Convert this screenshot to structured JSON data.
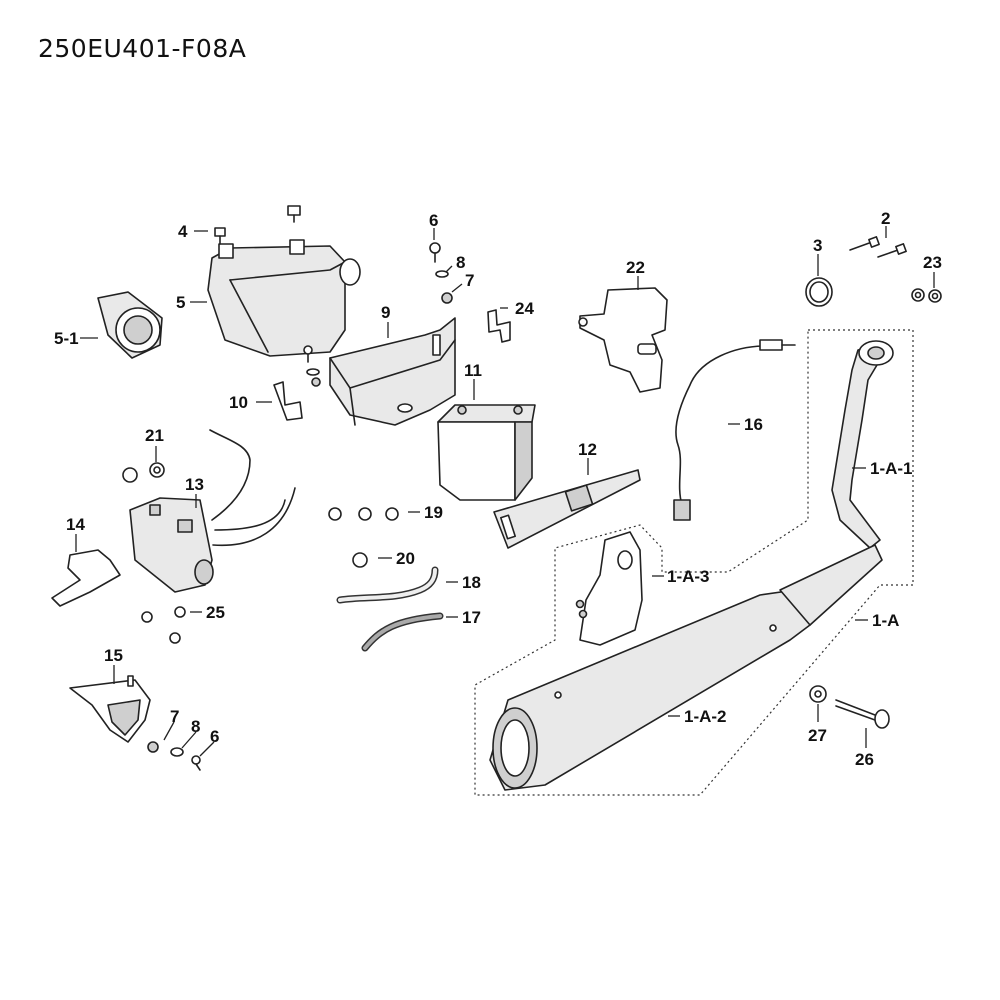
{
  "diagram": {
    "code": "250EU401-F08A",
    "labels": {
      "p1A": "1-A",
      "p1A1": "1-A-1",
      "p1A2": "1-A-2",
      "p1A3": "1-A-3",
      "p2": "2",
      "p3": "3",
      "p4": "4",
      "p5": "5",
      "p5_1": "5-1",
      "p6a": "6",
      "p6b": "6",
      "p7a": "7",
      "p7b": "7",
      "p8a": "8",
      "p8b": "8",
      "p9": "9",
      "p10": "10",
      "p11": "11",
      "p12": "12",
      "p13": "13",
      "p14": "14",
      "p15": "15",
      "p16": "16",
      "p17": "17",
      "p18": "18",
      "p19": "19",
      "p20": "20",
      "p21": "21",
      "p22": "22",
      "p23": "23",
      "p24": "24",
      "p25": "25",
      "p26": "26",
      "p27": "27"
    }
  }
}
